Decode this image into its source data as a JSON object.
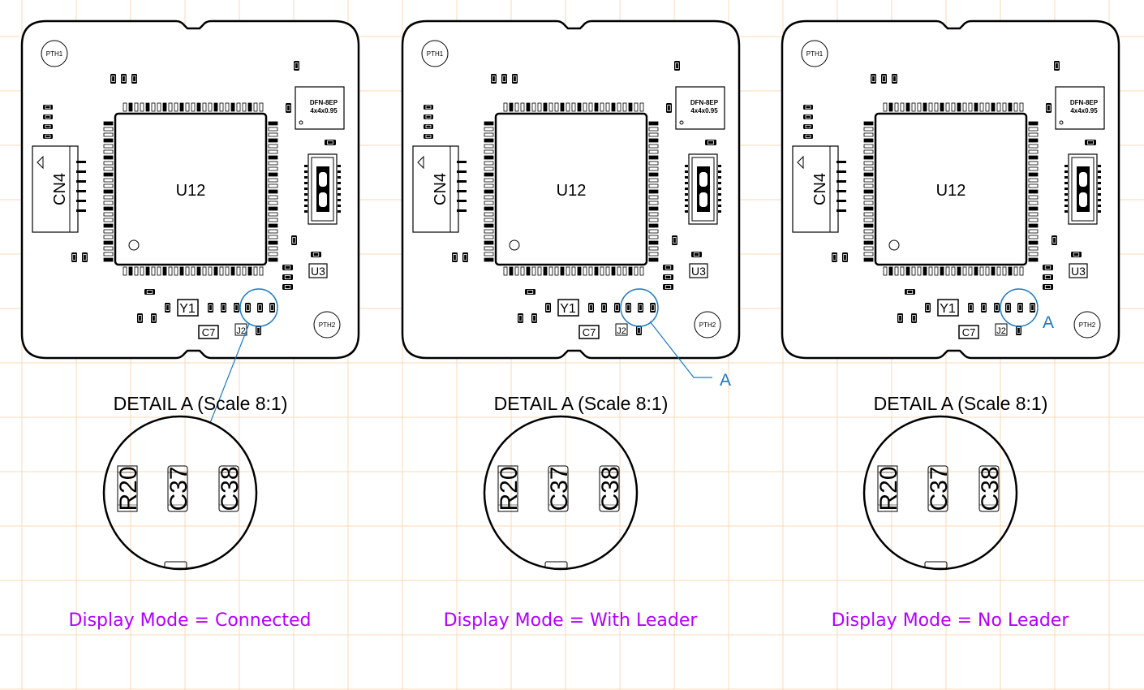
{
  "colors": {
    "grid": "#fad9b8",
    "outline": "#000000",
    "leader": "#1a7ac4",
    "mode_label": "#b300ff",
    "background": "#ffffff"
  },
  "board": {
    "mounting_holes": [
      "PTH1",
      "PTH2"
    ],
    "main_ic": "U12",
    "connector": "CN4",
    "crystal": "Y1",
    "capacitor": "C7",
    "jumper": "J2",
    "small_ic": "U3",
    "module_text": [
      "DFN-8EP",
      "4x4x0.95"
    ]
  },
  "views": [
    {
      "id": "connected",
      "mode_label": "Display Mode = Connected",
      "detail_title": "DETAIL A (Scale 8:1)",
      "callout_letter": "",
      "leader": "connected"
    },
    {
      "id": "with-leader",
      "mode_label": "Display Mode = With Leader",
      "detail_title": "DETAIL A (Scale 8:1)",
      "callout_letter": "A",
      "leader": "with-leader"
    },
    {
      "id": "no-leader",
      "mode_label": "Display Mode = No Leader",
      "detail_title": "DETAIL A (Scale 8:1)",
      "callout_letter": "A",
      "leader": "none"
    }
  ],
  "detail_components": [
    "R20",
    "C37",
    "C38"
  ]
}
